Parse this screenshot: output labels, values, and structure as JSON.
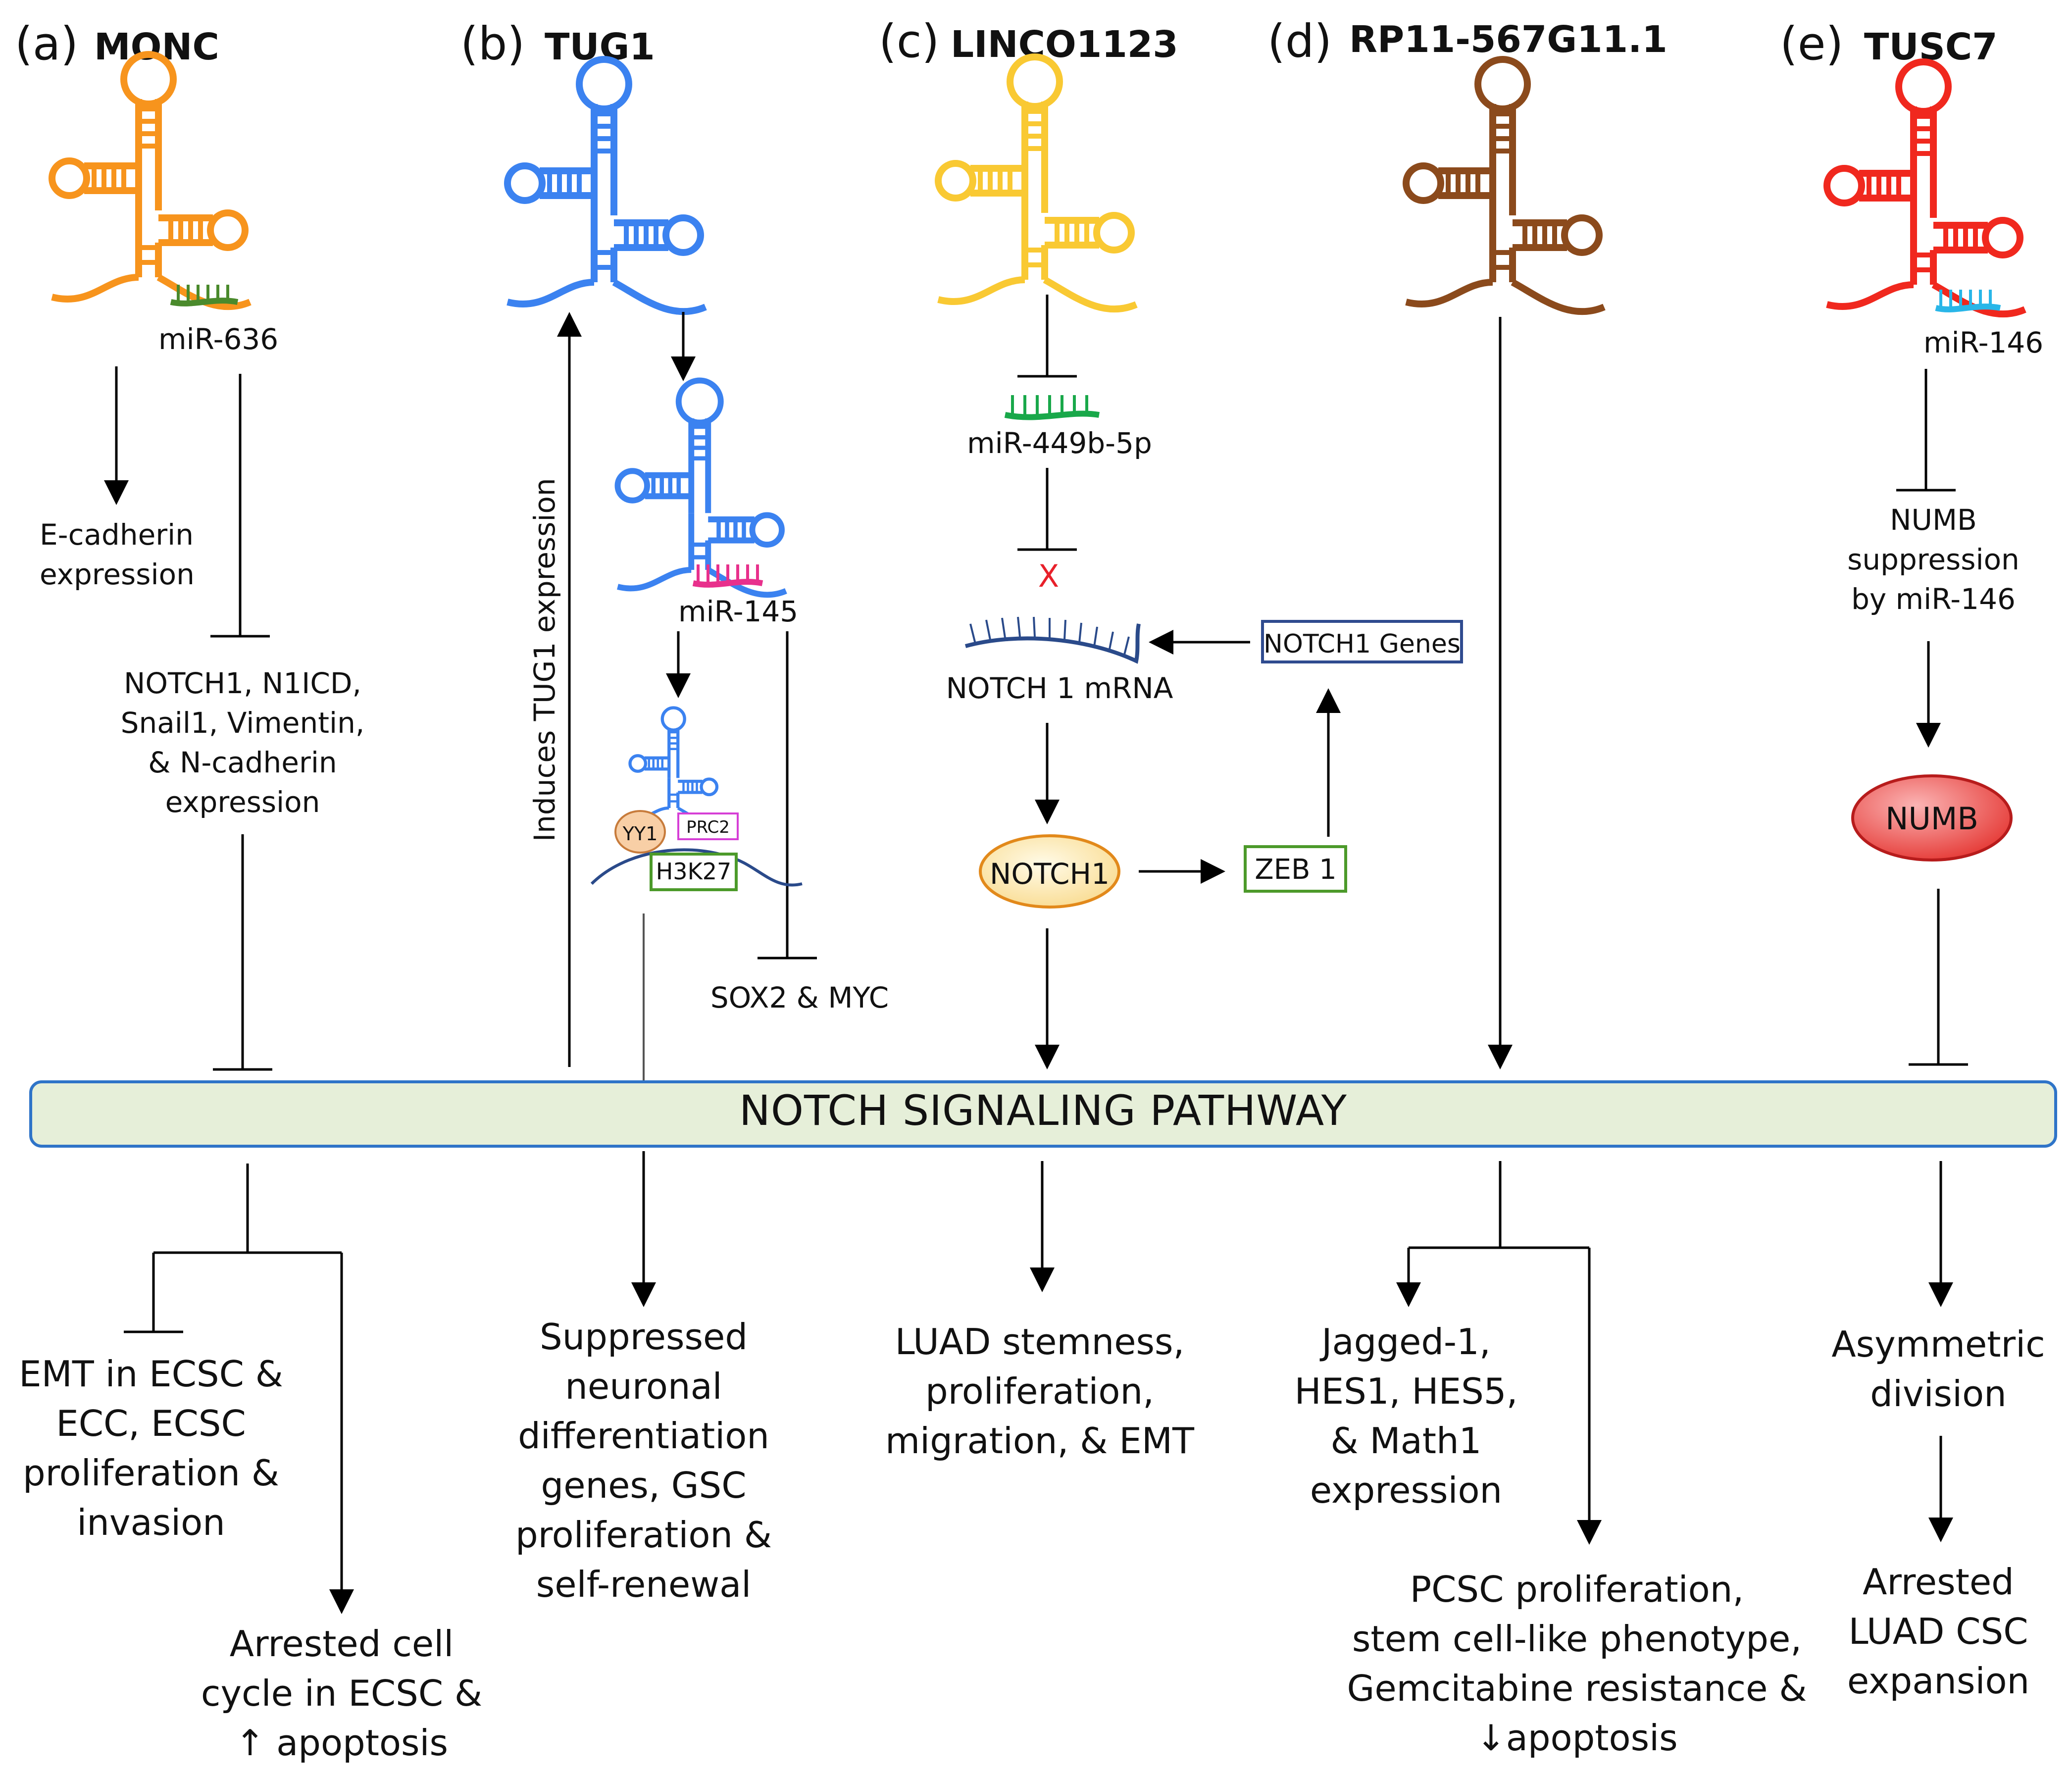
{
  "panels": {
    "a": {
      "letter": "(a)",
      "name": "MONC",
      "color": "#f7941d",
      "mirna": "miR-636",
      "mirna_color": "#4a8a2c",
      "left_target": [
        "E-cadherin",
        "expression"
      ],
      "right_target": [
        "NOTCH1, N1ICD,",
        "Snail1, Vimentin,",
        "& N-cadherin",
        "expression"
      ],
      "out1": [
        "EMT in ECSC &",
        "ECC, ECSC",
        "proliferation &",
        "invasion"
      ],
      "out2": [
        "Arrested cell",
        "cycle in ECSC &",
        "↑ apoptosis"
      ]
    },
    "b": {
      "letter": "(b)",
      "name": "TUG1",
      "color": "#3b82f0",
      "mirna": "miR-145",
      "mirna_color": "#e8308c",
      "vertical_label": "Induces TUG1 expression",
      "yy1": "YY1",
      "prc2": "PRC2",
      "h3k27": "H3K27",
      "inhibit_target": "SOX2 & MYC",
      "out": [
        "Suppressed",
        "neuronal",
        "differentiation",
        "genes, GSC",
        "proliferation &",
        "self-renewal"
      ]
    },
    "c": {
      "letter": "(c)",
      "name": "LINCO1123",
      "color": "#f9c933",
      "mirna": "miR-449b-5p",
      "mirna_color": "#19a84a",
      "x_mark": "X",
      "mrna": "NOTCH 1 mRNA",
      "genes": "NOTCH1 Genes",
      "notch1": "NOTCH1",
      "zeb1": "ZEB 1",
      "out": [
        "LUAD stemness,",
        "proliferation,",
        "migration, & EMT"
      ]
    },
    "d": {
      "letter": "(d)",
      "name": "RP11-567G11.1",
      "color": "#8b4a1c",
      "out1": [
        "Jagged-1,",
        "HES1, HES5,",
        "& Math1",
        "expression"
      ],
      "out2": [
        "PCSC proliferation,",
        "stem cell-like phenotype,",
        "Gemcitabine resistance &",
        "↓apoptosis"
      ]
    },
    "e": {
      "letter": "(e)",
      "name": "TUSC7",
      "color": "#f0281e",
      "mirna": "miR-146",
      "mirna_color": "#29b6e8",
      "target": [
        "NUMB",
        "suppression",
        "by miR-146"
      ],
      "numb": "NUMB",
      "out1": [
        "Asymmetric",
        "division"
      ],
      "out2": [
        "Arrested",
        "LUAD CSC",
        "expansion"
      ]
    }
  },
  "pathway": {
    "label": "NOTCH SIGNALING PATHWAY",
    "fill": "#e6efd9",
    "stroke": "#2f74c8"
  }
}
